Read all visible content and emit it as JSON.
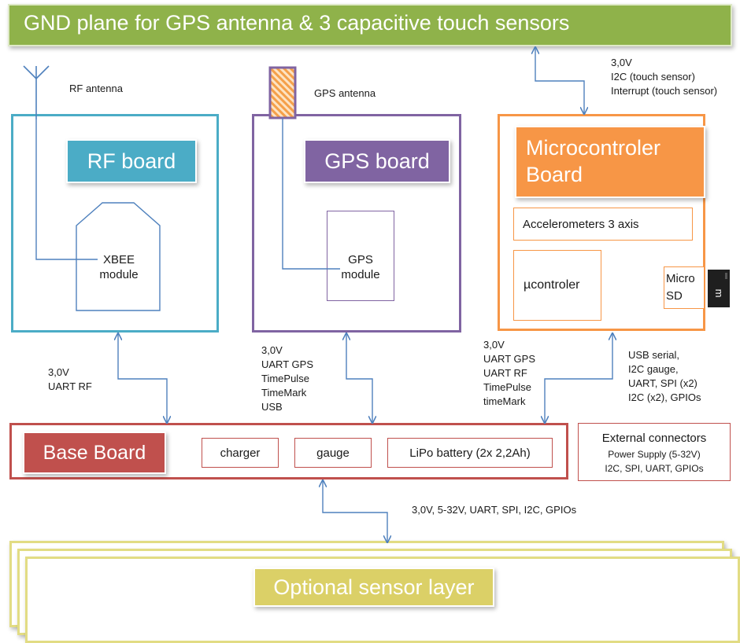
{
  "gnd_plane": {
    "title": "GND plane for GPS antenna & 3 capacitive touch sensors"
  },
  "rf_board": {
    "title": "RF board",
    "antenna_label": "RF antenna",
    "module": "XBEE module"
  },
  "gps_board": {
    "title": "GPS board",
    "antenna_label": "GPS antenna",
    "module": "GPS module"
  },
  "mcu_board": {
    "title": "Microcontroler\nBoard",
    "accelerometers": "Accelerometers 3 axis",
    "microcontroller": "µcontroler",
    "micro_sd_line1": "Micro",
    "micro_sd_line2": "SD",
    "sd_card_icon_text": "m"
  },
  "base_board": {
    "title": "Base Board",
    "charger": "charger",
    "gauge": "gauge",
    "battery": "LiPo battery (2x 2,2Ah)"
  },
  "external_connectors": {
    "title": "External connectors",
    "line1": "Power Supply (5-32V)",
    "line2": "I2C, SPI, UART, GPIOs"
  },
  "optional_layer": {
    "title": "Optional sensor layer"
  },
  "connections": {
    "gnd_mcu": [
      "3,0V",
      "I2C (touch sensor)",
      "Interrupt (touch sensor)"
    ],
    "rf_base": [
      "3,0V",
      "UART RF"
    ],
    "gps_base": [
      "3,0V",
      "UART GPS",
      "TimePulse",
      "TimeMark",
      "USB"
    ],
    "mcu_base_left": [
      "3,0V",
      "UART GPS",
      "UART RF",
      "TimePulse",
      "timeMark"
    ],
    "mcu_base_right": [
      "USB serial,",
      "I2C gauge,",
      "UART, SPI (x2)",
      "I2C (x2), GPIOs"
    ],
    "base_optional": "3,0V, 5-32V, UART, SPI, I2C, GPIOs"
  },
  "colors": {
    "gnd": "#8fb24a",
    "rf": "#4bacc6",
    "gps": "#8064a2",
    "mcu": "#f79646",
    "base": "#c0504d",
    "optional": "#dbd067",
    "connector_line": "#4f81bd"
  }
}
